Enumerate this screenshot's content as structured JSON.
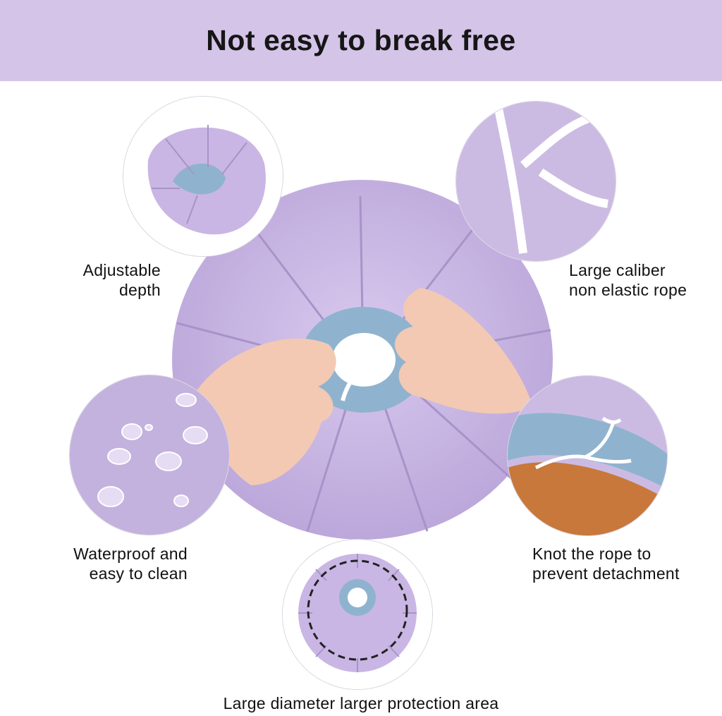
{
  "header": {
    "title": "Not easy to break free"
  },
  "features": {
    "adjustable_depth": {
      "line1": "Adjustable",
      "line2": "depth",
      "icon": "collar-side-view"
    },
    "rope": {
      "line1": "Large caliber",
      "line2": "non elastic rope",
      "icon": "rope-closeup"
    },
    "waterproof": {
      "line1": "Waterproof and",
      "line2": "easy to clean",
      "icon": "water-droplets"
    },
    "knot": {
      "line1": "Knot the rope to",
      "line2": "prevent detachment",
      "icon": "knotted-rope-on-dog"
    }
  },
  "footer": {
    "caption": "Large diameter larger protection area"
  },
  "colors": {
    "banner": "#d4c4e8",
    "fabric": "#c9b6e4",
    "fabric_dark": "#b39fd3",
    "ribbing": "#8fb3cf",
    "skin": "#f3c9b3"
  }
}
